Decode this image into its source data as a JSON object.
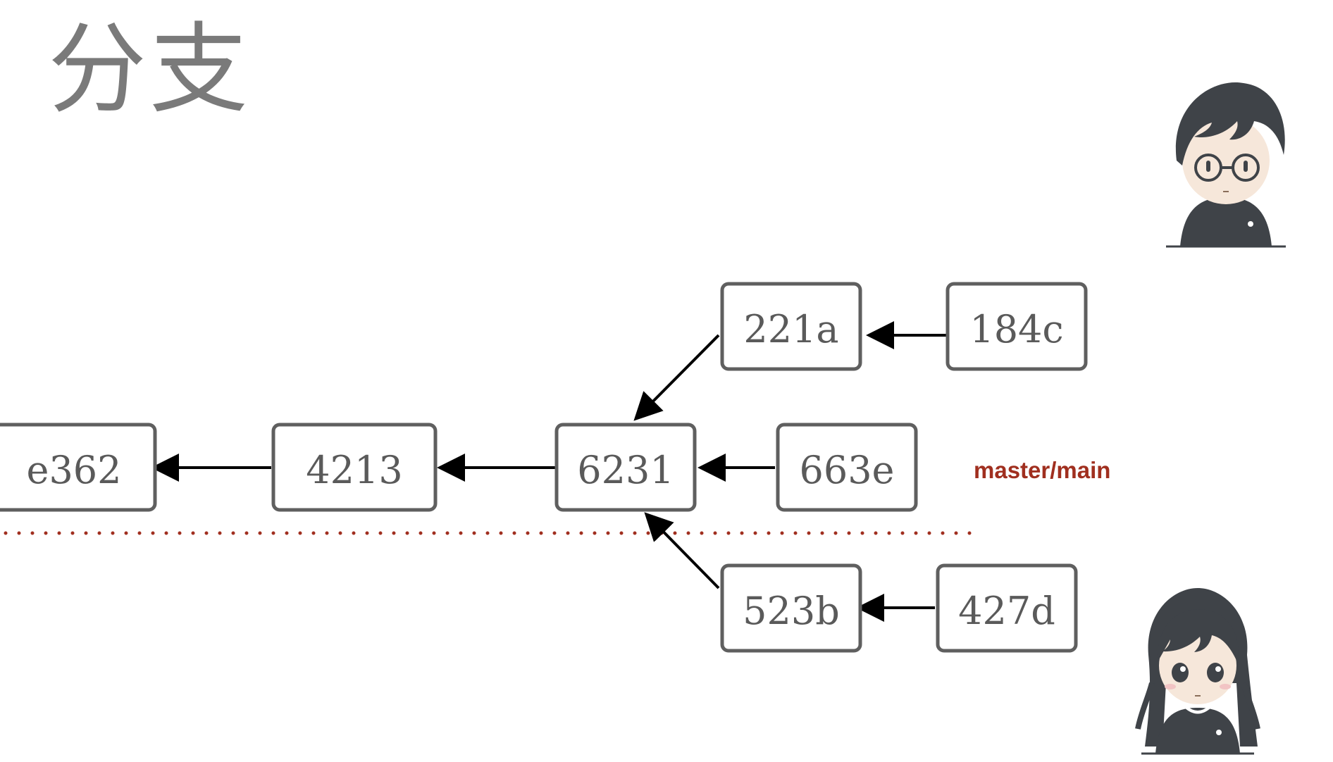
{
  "title": "分支",
  "commits": [
    {
      "id": "e362"
    },
    {
      "id": "4213"
    },
    {
      "id": "6231"
    },
    {
      "id": "663e"
    },
    {
      "id": "221a"
    },
    {
      "id": "184c"
    },
    {
      "id": "523b"
    },
    {
      "id": "427d"
    }
  ],
  "branch_label": "master/main",
  "colors": {
    "node_border": "#5f5f5f",
    "node_text": "#5a5a5a",
    "arrow": "#000000",
    "branch_label": "#a02f1f",
    "dotted_line": "#a02f1f",
    "title": "#7a7a7a"
  }
}
